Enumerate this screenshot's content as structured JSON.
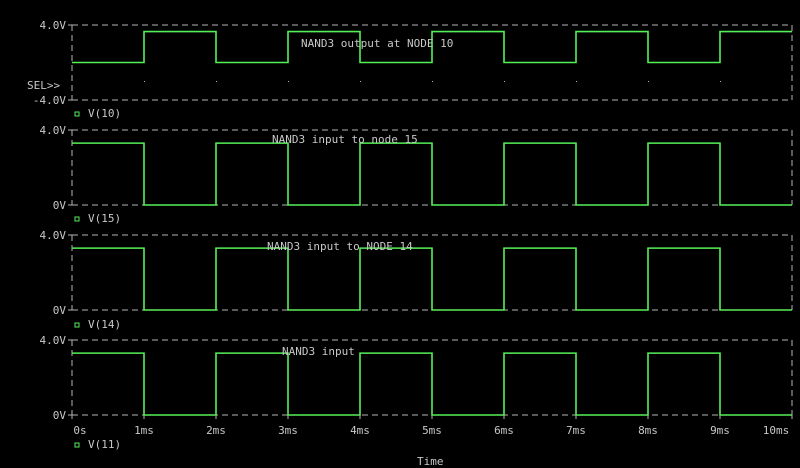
{
  "x_axis": {
    "label": "Time",
    "unit": "ms",
    "range": [
      0,
      10
    ],
    "tick_labels": [
      "0s",
      "1ms",
      "2ms",
      "3ms",
      "4ms",
      "5ms",
      "6ms",
      "7ms",
      "8ms",
      "9ms",
      "10ms"
    ]
  },
  "selector_label": "SEL>>",
  "trace_color": "#55f055",
  "chart_data": [
    {
      "type": "line",
      "title": "NAND3 output at NODE 10",
      "legend": "V(10)",
      "ylim": [
        -4,
        4
      ],
      "y_tick_labels": [
        "4.0V",
        "-4.0V"
      ],
      "high_v": 3.3,
      "low_v": 0.0,
      "levels": [
        0,
        1,
        0,
        1,
        0,
        1,
        0,
        1,
        0,
        1
      ]
    },
    {
      "type": "line",
      "title": "NAND3 input to node 15",
      "legend": "V(15)",
      "ylim": [
        0,
        4
      ],
      "y_tick_labels": [
        "4.0V",
        "0V"
      ],
      "high_v": 3.3,
      "low_v": 0.0,
      "levels": [
        1,
        0,
        1,
        0,
        1,
        0,
        1,
        0,
        1,
        0
      ]
    },
    {
      "type": "line",
      "title": "NAND3 input to NODE 14",
      "legend": "V(14)",
      "ylim": [
        0,
        4
      ],
      "y_tick_labels": [
        "4.0V",
        "0V"
      ],
      "high_v": 3.3,
      "low_v": 0.0,
      "levels": [
        1,
        0,
        1,
        0,
        1,
        0,
        1,
        0,
        1,
        0
      ]
    },
    {
      "type": "line",
      "title": "NAND3 input",
      "legend": "V(11)",
      "ylim": [
        0,
        4
      ],
      "y_tick_labels": [
        "4.0V",
        "0V"
      ],
      "high_v": 3.3,
      "low_v": 0.0,
      "levels": [
        1,
        0,
        1,
        0,
        1,
        0,
        1,
        0,
        1,
        0
      ]
    }
  ]
}
